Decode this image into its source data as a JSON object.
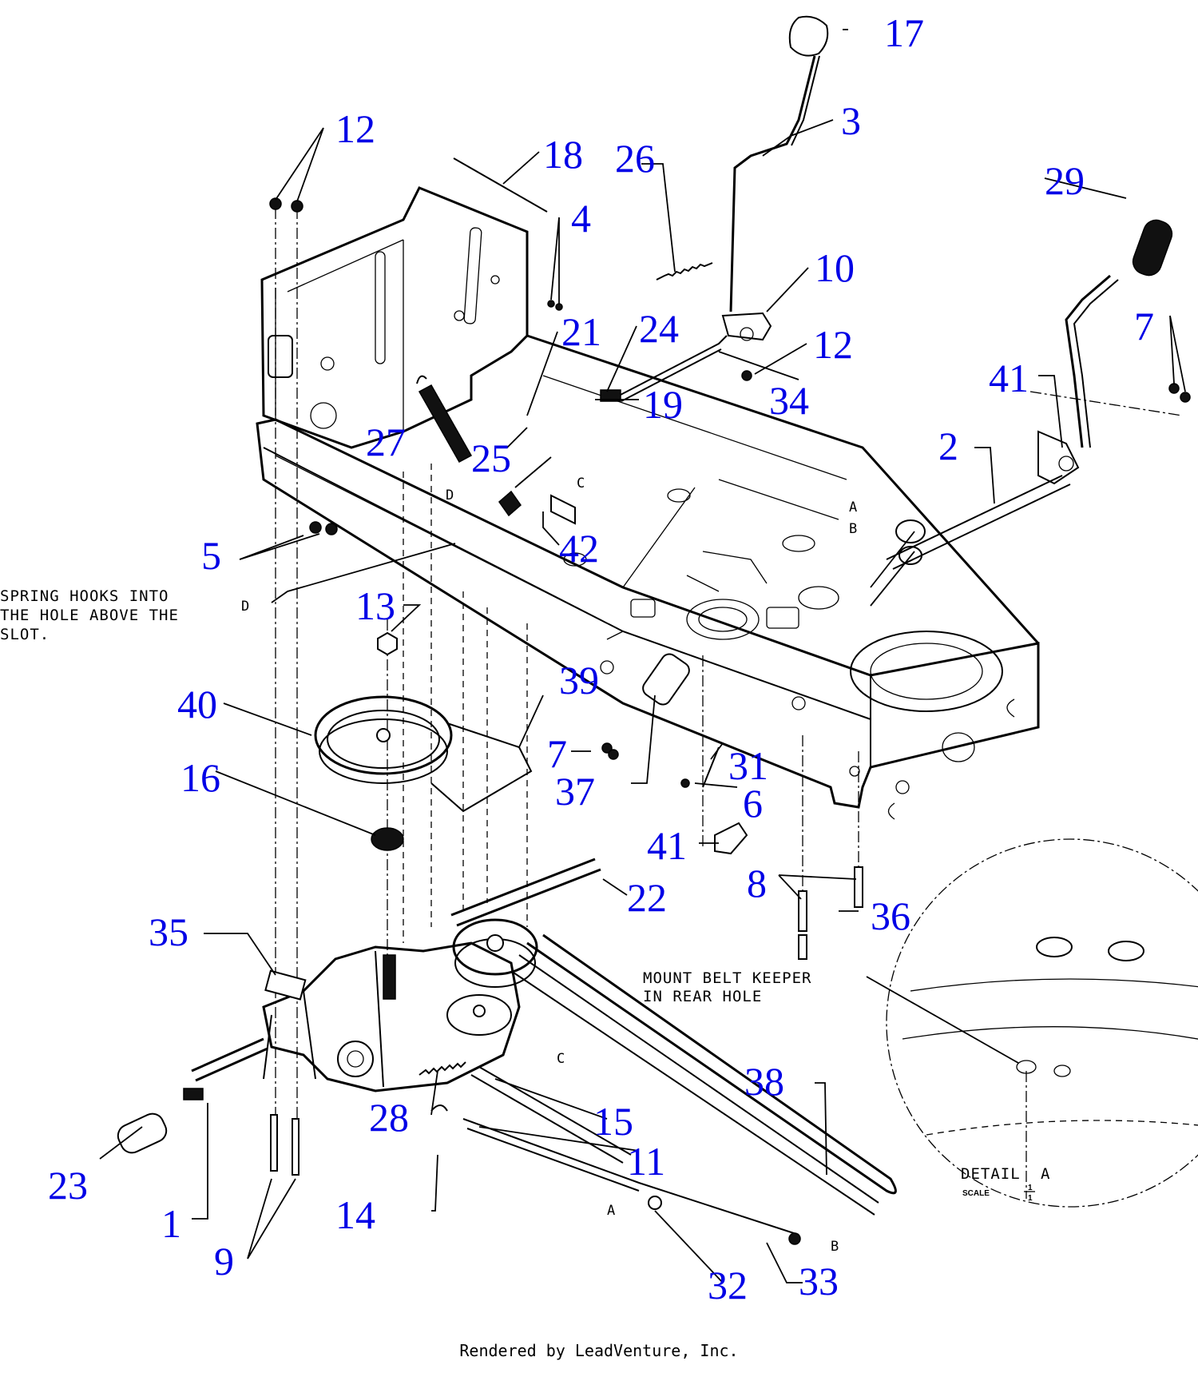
{
  "callouts": {
    "n1": "1",
    "n2": "2",
    "n3": "3",
    "n4": "4",
    "n5": "5",
    "n6": "6",
    "n7a": "7",
    "n7b": "7",
    "n8": "8",
    "n9": "9",
    "n10": "10",
    "n11": "11",
    "n12a": "12",
    "n12b": "12",
    "n13": "13",
    "n14": "14",
    "n15": "15",
    "n16": "16",
    "n17": "17",
    "n18": "18",
    "n19": "19",
    "n21": "21",
    "n22": "22",
    "n23": "23",
    "n24": "24",
    "n25": "25",
    "n26": "26",
    "n27": "27",
    "n28": "28",
    "n29": "29",
    "n31": "31",
    "n32": "32",
    "n33": "33",
    "n34": "34",
    "n35": "35",
    "n36": "36",
    "n37": "37",
    "n38": "38",
    "n39": "39",
    "n40": "40",
    "n41a": "41",
    "n41b": "41",
    "n42": "42"
  },
  "notes": {
    "spring_line1": "SPRING HOOKS INTO",
    "spring_line2": "THE HOLE ABOVE THE",
    "spring_line3": "SLOT.",
    "belt_line1": "MOUNT BELT KEEPER",
    "belt_line2": "IN REAR HOLE"
  },
  "refs": {
    "a1": "A",
    "b1": "B",
    "c1": "C",
    "c2": "C",
    "d1": "D",
    "d2": "D",
    "a2": "A",
    "b2": "B",
    "a_detail": "A"
  },
  "detail": {
    "title": "DETAIL",
    "letter": "A",
    "scale_label": "SCALE",
    "scale_top": "1",
    "scale_bottom": "1"
  },
  "footer": "Rendered by LeadVenture, Inc."
}
